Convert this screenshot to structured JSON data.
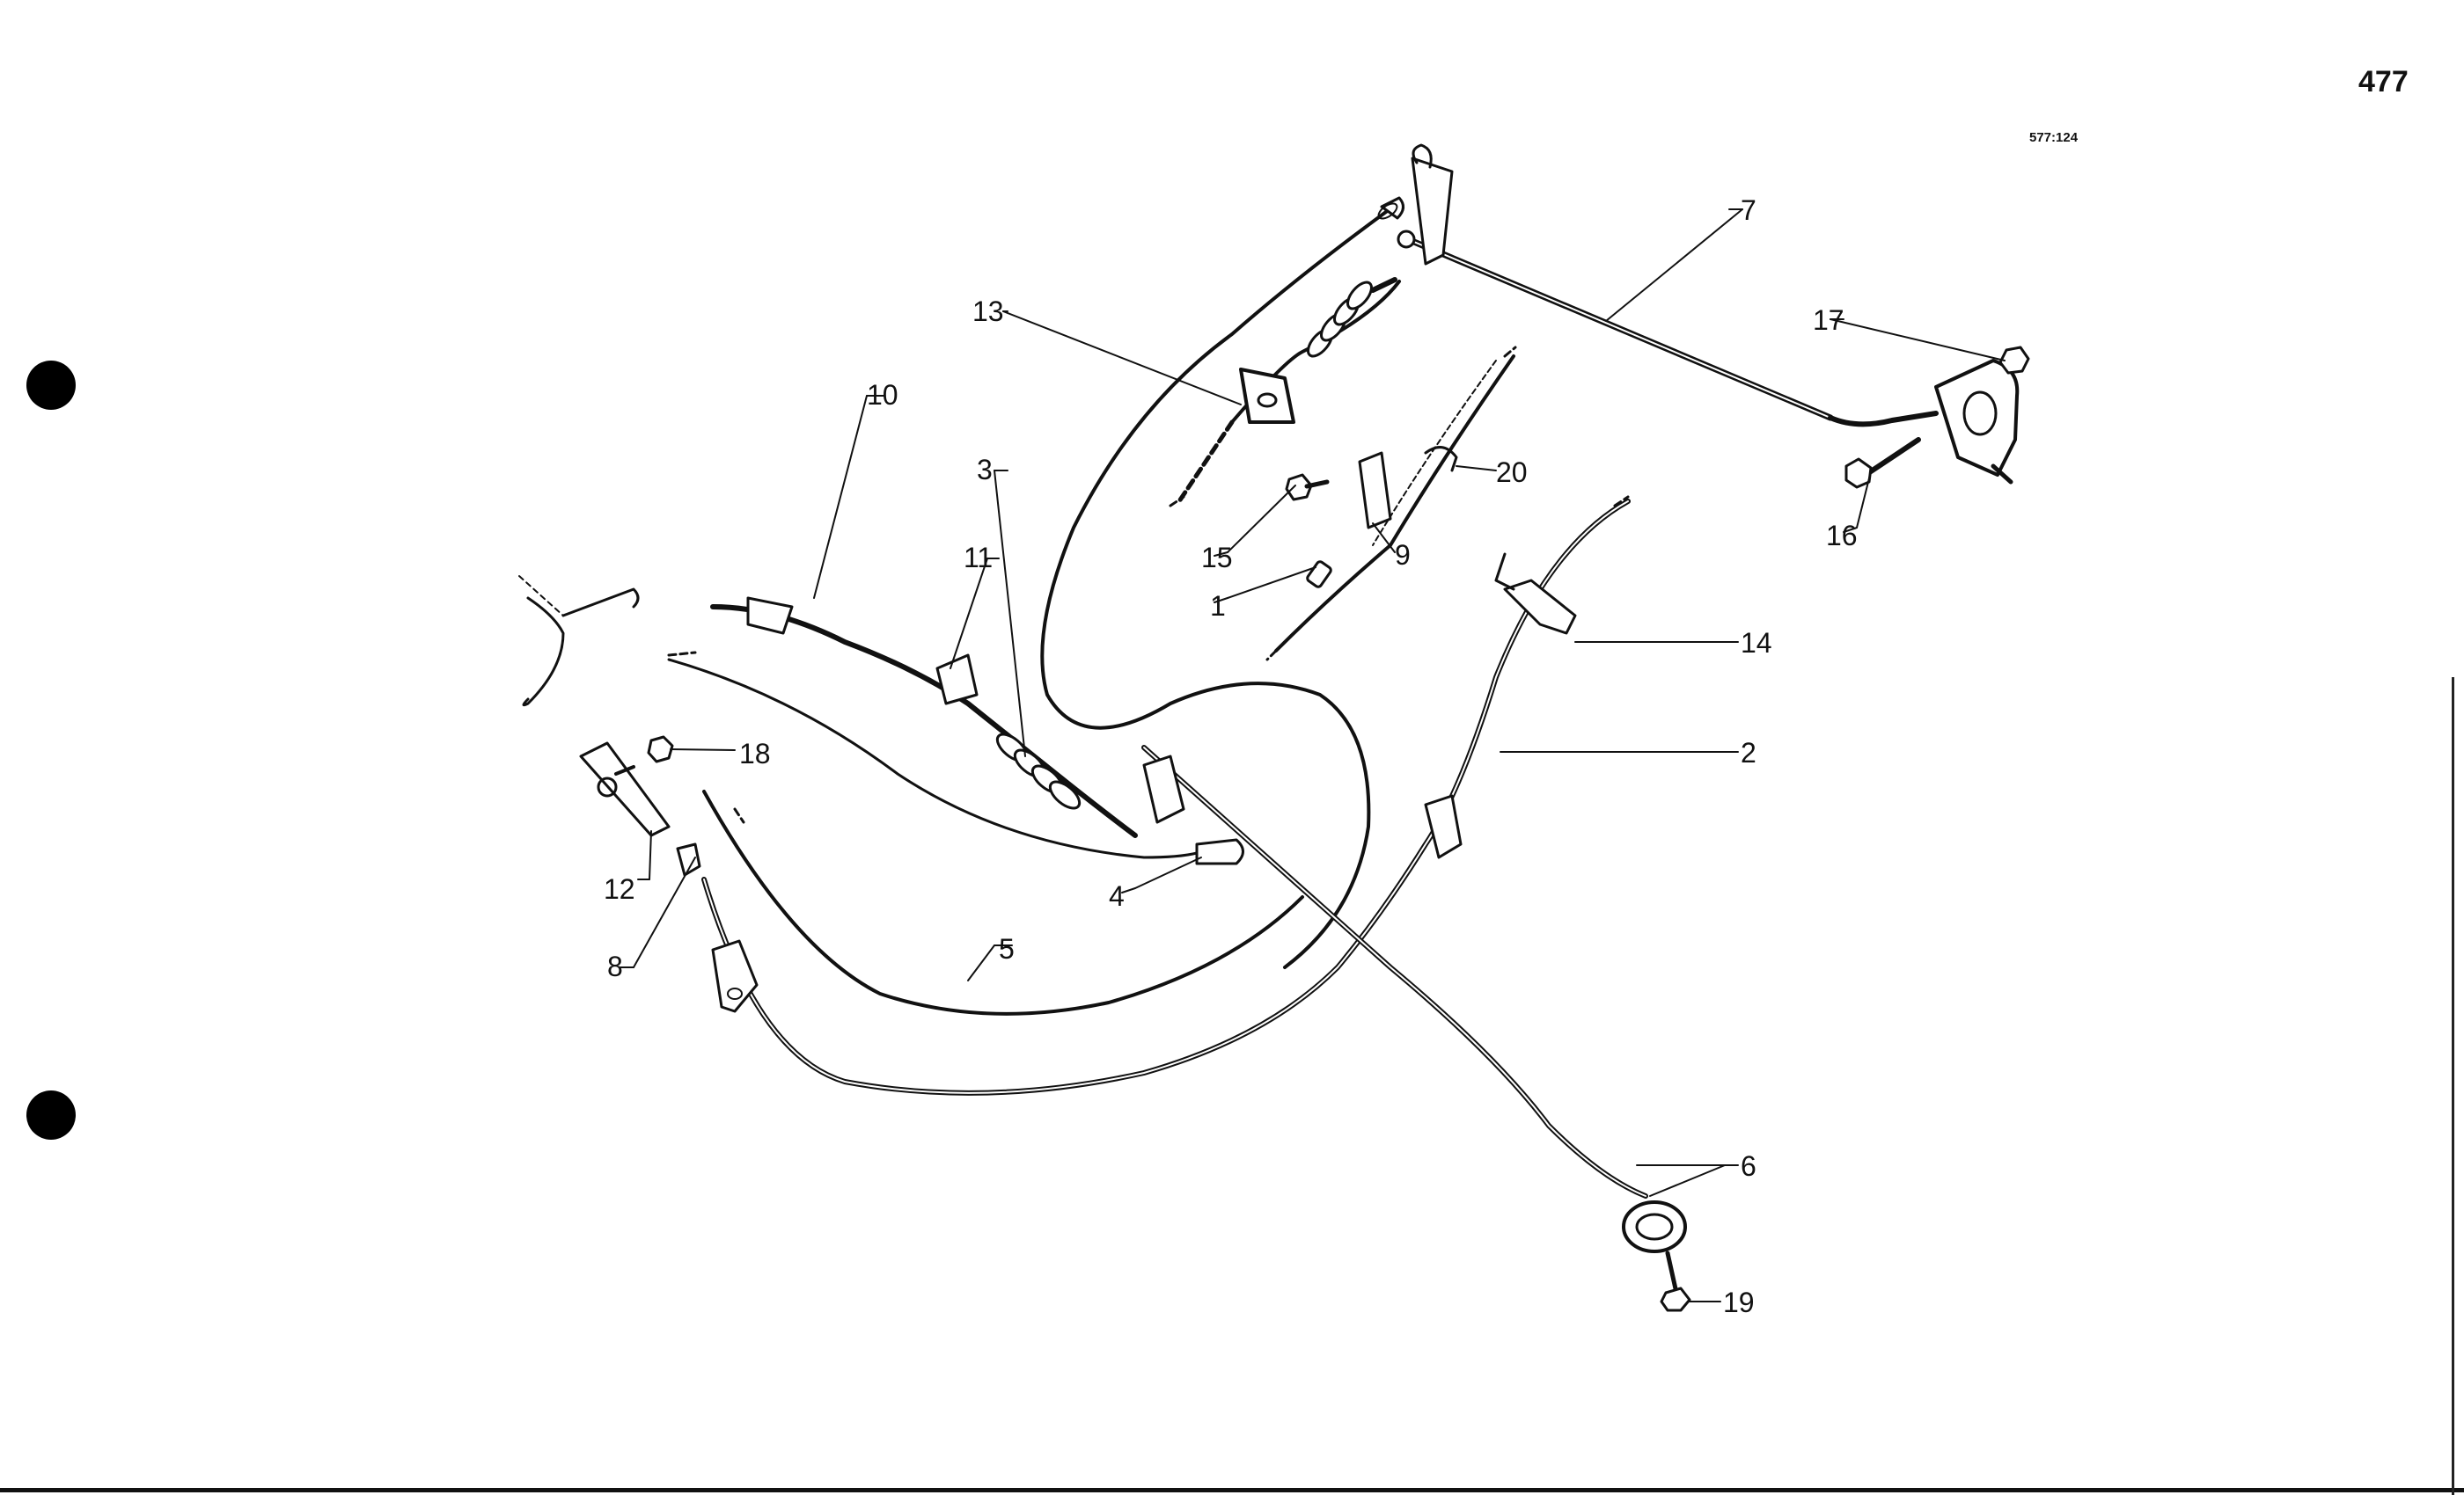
{
  "page": {
    "page_number": "477",
    "drawing_code": "577:124"
  },
  "callouts": {
    "c1": "1",
    "c2": "2",
    "c3": "3",
    "c4": "4",
    "c5": "5",
    "c6": "6",
    "c7": "7",
    "c8": "8",
    "c9": "9",
    "c10": "10",
    "c11": "11",
    "c12": "12",
    "c13": "13",
    "c14": "14",
    "c15": "15",
    "c16": "16",
    "c17": "17",
    "c18": "18",
    "c19": "19",
    "c20": "20"
  },
  "colors": {
    "ink": "#111111",
    "paper": "#ffffff"
  }
}
